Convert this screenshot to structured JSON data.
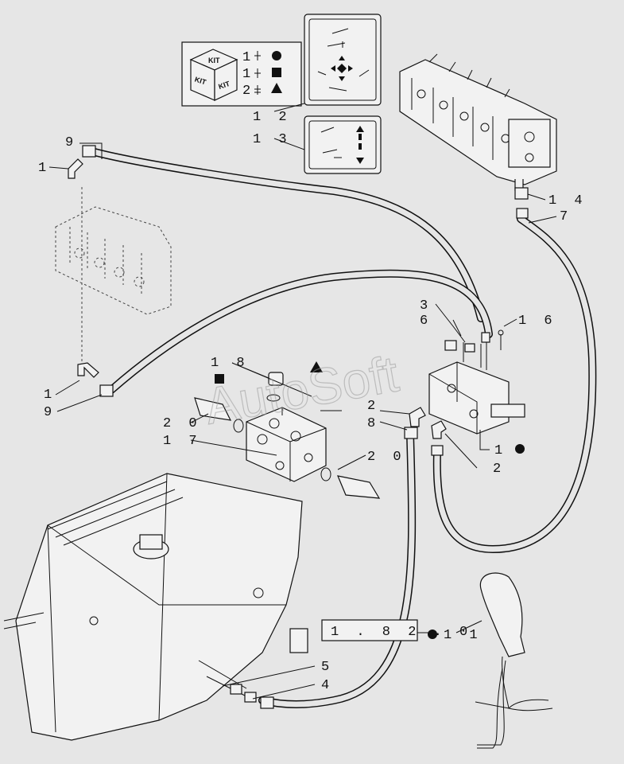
{
  "watermark": "AutoSoft",
  "kit_box": {
    "cube_label": "KIT",
    "rows": [
      {
        "qty": "1",
        "symbol": "circle"
      },
      {
        "qty": "1",
        "symbol": "square"
      },
      {
        "qty": "2",
        "symbol": "triangle"
      }
    ]
  },
  "callouts": {
    "c1_top": "1",
    "c1_bottom": "1",
    "c9_top": "9",
    "c9_bottom": "9",
    "c12": "1 2",
    "c13": "1 3",
    "c14": "1 4",
    "c7": "7",
    "c3": "3",
    "c6": "6",
    "c16": "1 6",
    "c18": "1 8",
    "c2_upper": "2",
    "c8": "8",
    "c20_left": "2 0",
    "c20_right": "2 0",
    "c17": "1 7",
    "c1_valve": "1",
    "c2_lower": "2",
    "c5": "5",
    "c4": "4",
    "c11": "1 1"
  },
  "reference_box": {
    "text": "1 . 8 2 . 0"
  },
  "icons": {
    "kit_cube": "kit-cube-icon",
    "circle": "circle-symbol-icon",
    "square": "square-symbol-icon",
    "triangle": "triangle-symbol-icon"
  },
  "colors": {
    "background": "#e6e6e6",
    "ink": "#111111",
    "watermark": "#9a9a9a"
  }
}
